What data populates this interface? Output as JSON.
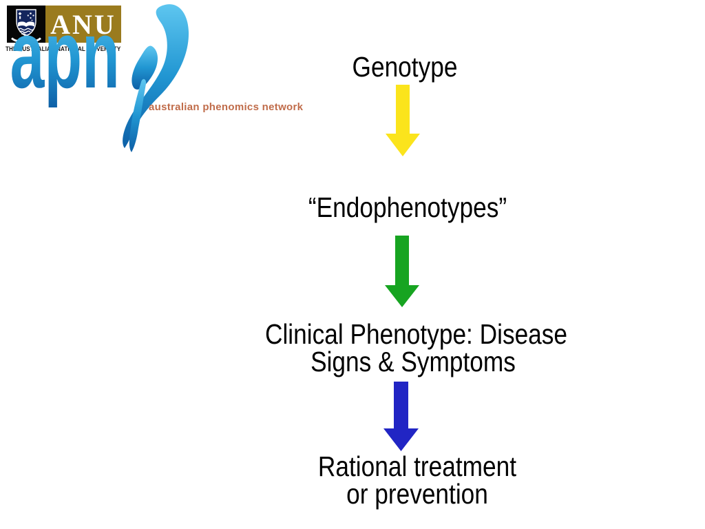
{
  "slide": {
    "background": "#ffffff",
    "header": {
      "anu_logo": {
        "acronym": "ANU",
        "name": "THE AUSTRALIAN NATIONAL UNIVERSITY",
        "gold_color": "#9a7b1e",
        "crest_navy": "#14265e",
        "crest_icon": "anu-shield-crest"
      },
      "apn_logo": {
        "wordmark": "apn",
        "tagline": "australian phenomics network",
        "tagline_color": "#c06c4a",
        "blue_top": "#5ec6f0",
        "blue_mid": "#2196d2",
        "blue_deep": "#0d5fa6",
        "swirl_icon": "psi-ribbon"
      }
    },
    "diagram": {
      "text_color": "#000000",
      "nodes": [
        {
          "id": "genotype",
          "lines": [
            "Genotype"
          ]
        },
        {
          "id": "endophenotypes",
          "lines": [
            "“Endophenotypes”"
          ]
        },
        {
          "id": "clinical-phenotype",
          "lines": [
            "Clinical Phenotype: Disease",
            "Signs & Symptoms"
          ]
        },
        {
          "id": "rational-treatment",
          "lines": [
            "Rational treatment",
            "or prevention"
          ]
        }
      ],
      "arrows": [
        {
          "id": "genotype-to-endophenotypes",
          "direction": "down",
          "color": "#fbe41c"
        },
        {
          "id": "endophenotypes-to-clinical",
          "direction": "down",
          "color": "#17a421"
        },
        {
          "id": "clinical-to-treatment",
          "direction": "down",
          "color": "#2125c4"
        }
      ]
    }
  }
}
